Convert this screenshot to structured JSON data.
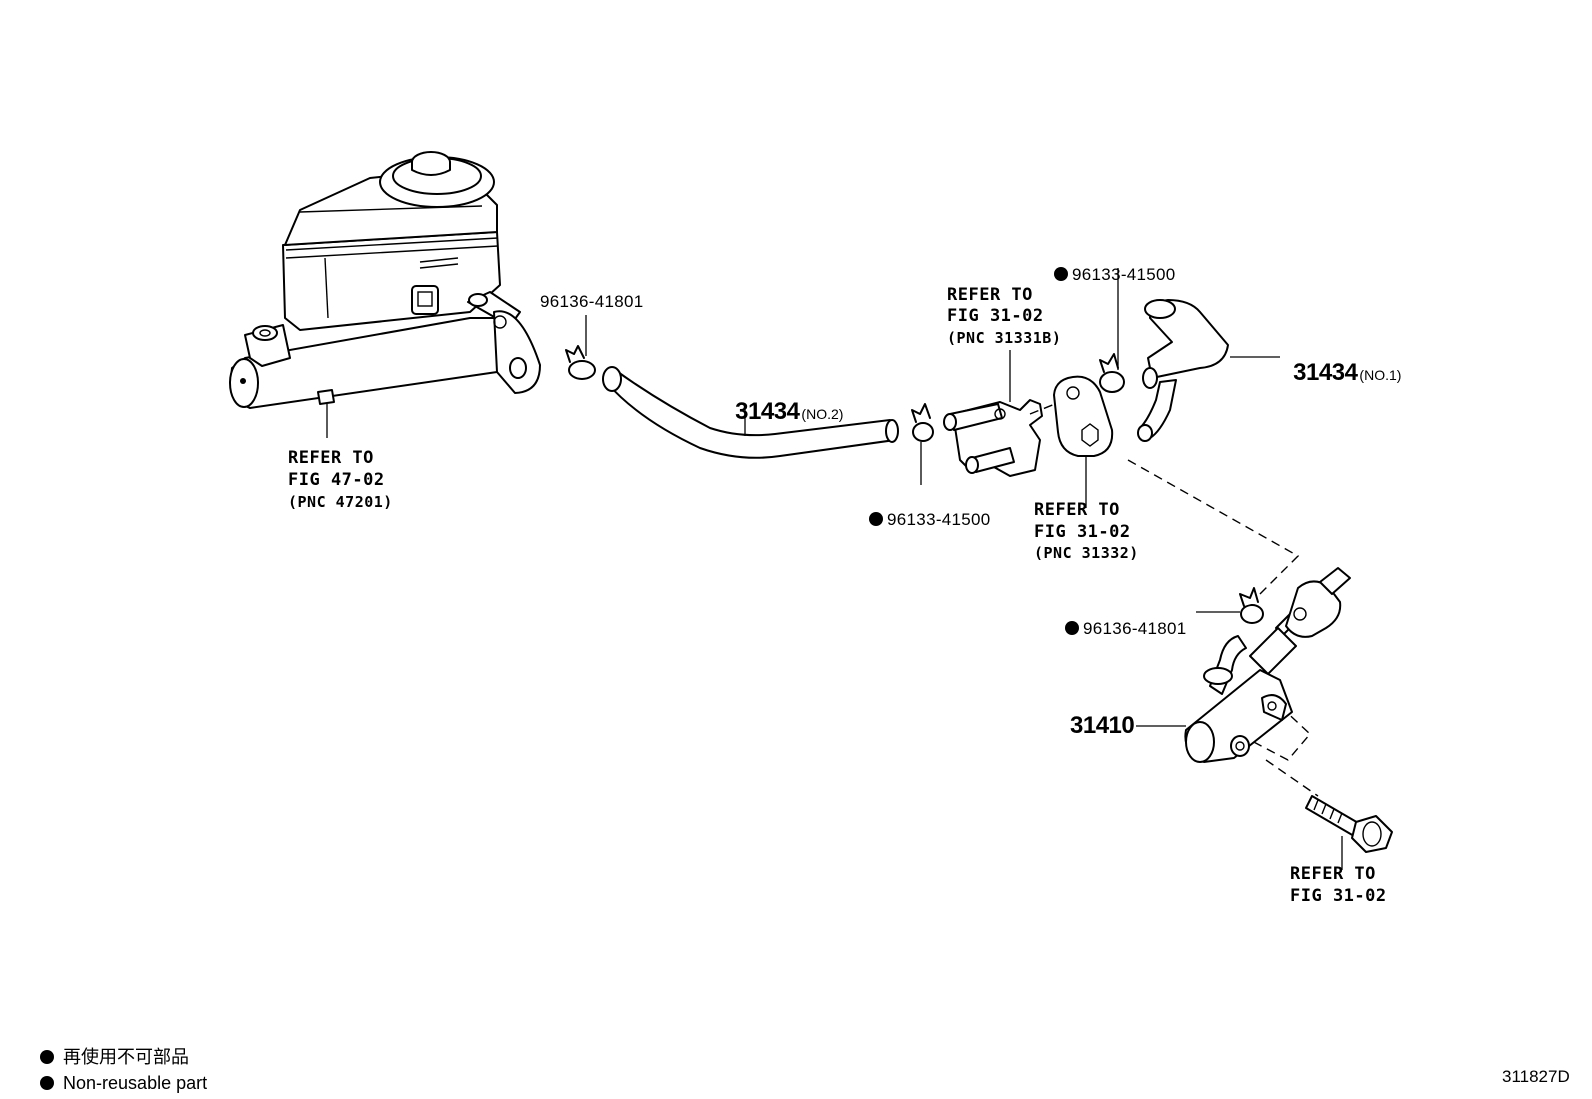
{
  "callouts": {
    "master_cyl_ref": {
      "line1": "REFER TO",
      "line2": "FIG 47-02",
      "line3": "(PNC 47201)"
    },
    "clamp_top_left": {
      "part_no": "96136-41801"
    },
    "hose_no2": {
      "part_no": "31434",
      "suffix": "(NO.2)"
    },
    "clip_lower": {
      "part_no": "96133-41500",
      "non_reusable": true
    },
    "union_ref": {
      "line1": "REFER TO",
      "line2": "FIG 31-02",
      "line3": "(PNC 31331B)"
    },
    "clip_upper": {
      "part_no": "96133-41500",
      "non_reusable": true
    },
    "hose_no1": {
      "part_no": "31434",
      "suffix": "(NO.1)"
    },
    "gasket_ref": {
      "line1": "REFER TO",
      "line2": "FIG 31-02",
      "line3": "(PNC 31332)"
    },
    "clamp_right": {
      "part_no": "96136-41801",
      "non_reusable": true
    },
    "clutch_cylinder": {
      "part_no": "31410"
    },
    "bolt_ref": {
      "line1": "REFER TO",
      "line2": "FIG 31-02"
    }
  },
  "legend": {
    "jp": "再使用不可部品",
    "en": "Non-reusable part"
  },
  "figure_code": "311827D",
  "colors": {
    "line": "#000000",
    "background": "#ffffff"
  }
}
